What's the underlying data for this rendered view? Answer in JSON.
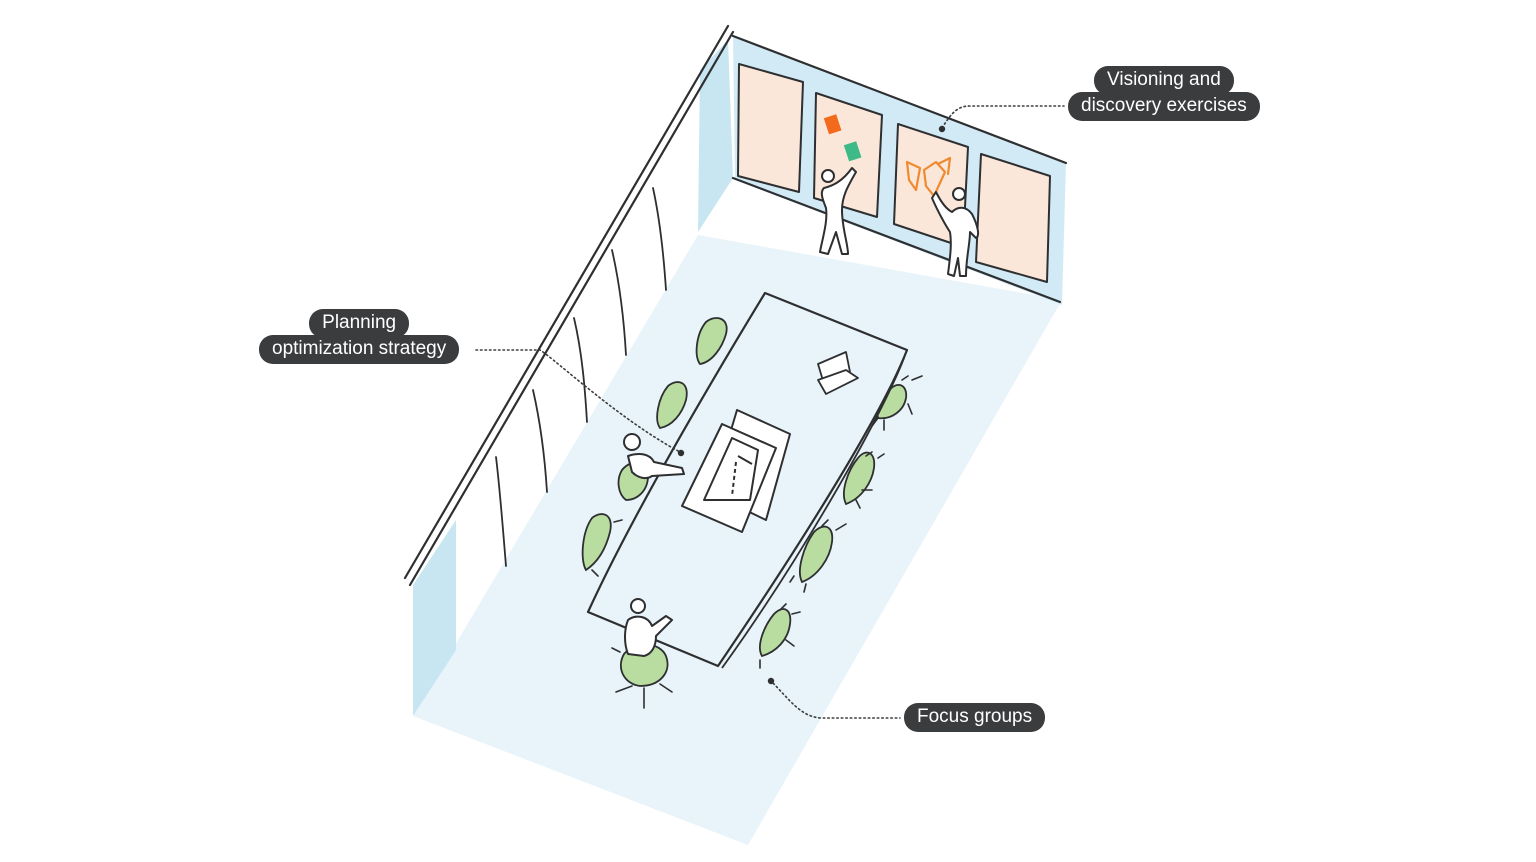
{
  "labels": {
    "visioning": {
      "line1": "Visioning and",
      "line2": "discovery exercises"
    },
    "planning": {
      "line1": "Planning",
      "line2": "optimization strategy"
    },
    "focus": {
      "line1": "Focus groups"
    }
  },
  "colors": {
    "floor": "#e8f4fa",
    "wall": "#c8e5f2",
    "board": "#fbe7da",
    "chair": "#b9dca0",
    "chair_stroke": "#7fb46a",
    "ink": "#2e2f31",
    "sticky_orange": "#f26a1b",
    "sticky_green": "#3dba88",
    "sketch_orange": "#ef8a2e",
    "label_bg": "#3b3c3e",
    "label_text": "#ffffff"
  }
}
